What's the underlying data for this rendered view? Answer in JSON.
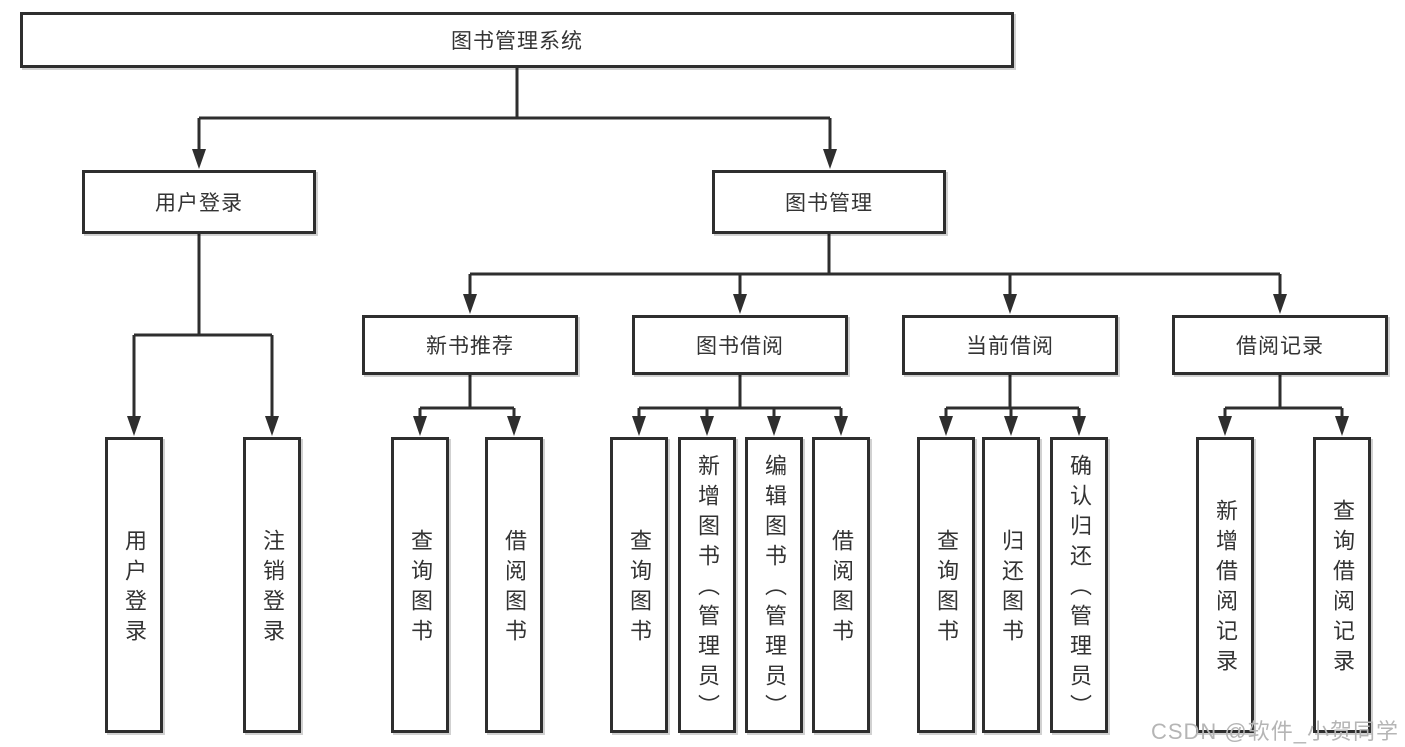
{
  "diagram": {
    "root": {
      "label": "图书管理系统"
    },
    "level2": [
      {
        "label": "用户登录"
      },
      {
        "label": "图书管理"
      }
    ],
    "level3": [
      {
        "label": "新书推荐"
      },
      {
        "label": "图书借阅"
      },
      {
        "label": "当前借阅"
      },
      {
        "label": "借阅记录"
      }
    ],
    "leaves": [
      {
        "label": "用户登录"
      },
      {
        "label": "注销登录"
      },
      {
        "label": "查询图书"
      },
      {
        "label": "借阅图书"
      },
      {
        "label": "查询图书"
      },
      {
        "label": "新增图书（管理员）"
      },
      {
        "label": "编辑图书（管理员）"
      },
      {
        "label": "借阅图书"
      },
      {
        "label": "查询图书"
      },
      {
        "label": "归还图书"
      },
      {
        "label": "确认归还（管理员）"
      },
      {
        "label": "新增借阅记录"
      },
      {
        "label": "查询借阅记录"
      }
    ]
  },
  "colors": {
    "line": "#2e2e2e",
    "text": "#333333",
    "box_background": "#ffffff",
    "watermark": "#b5b5b5"
  },
  "watermark": {
    "text": "CSDN @软件_小贺同学"
  }
}
